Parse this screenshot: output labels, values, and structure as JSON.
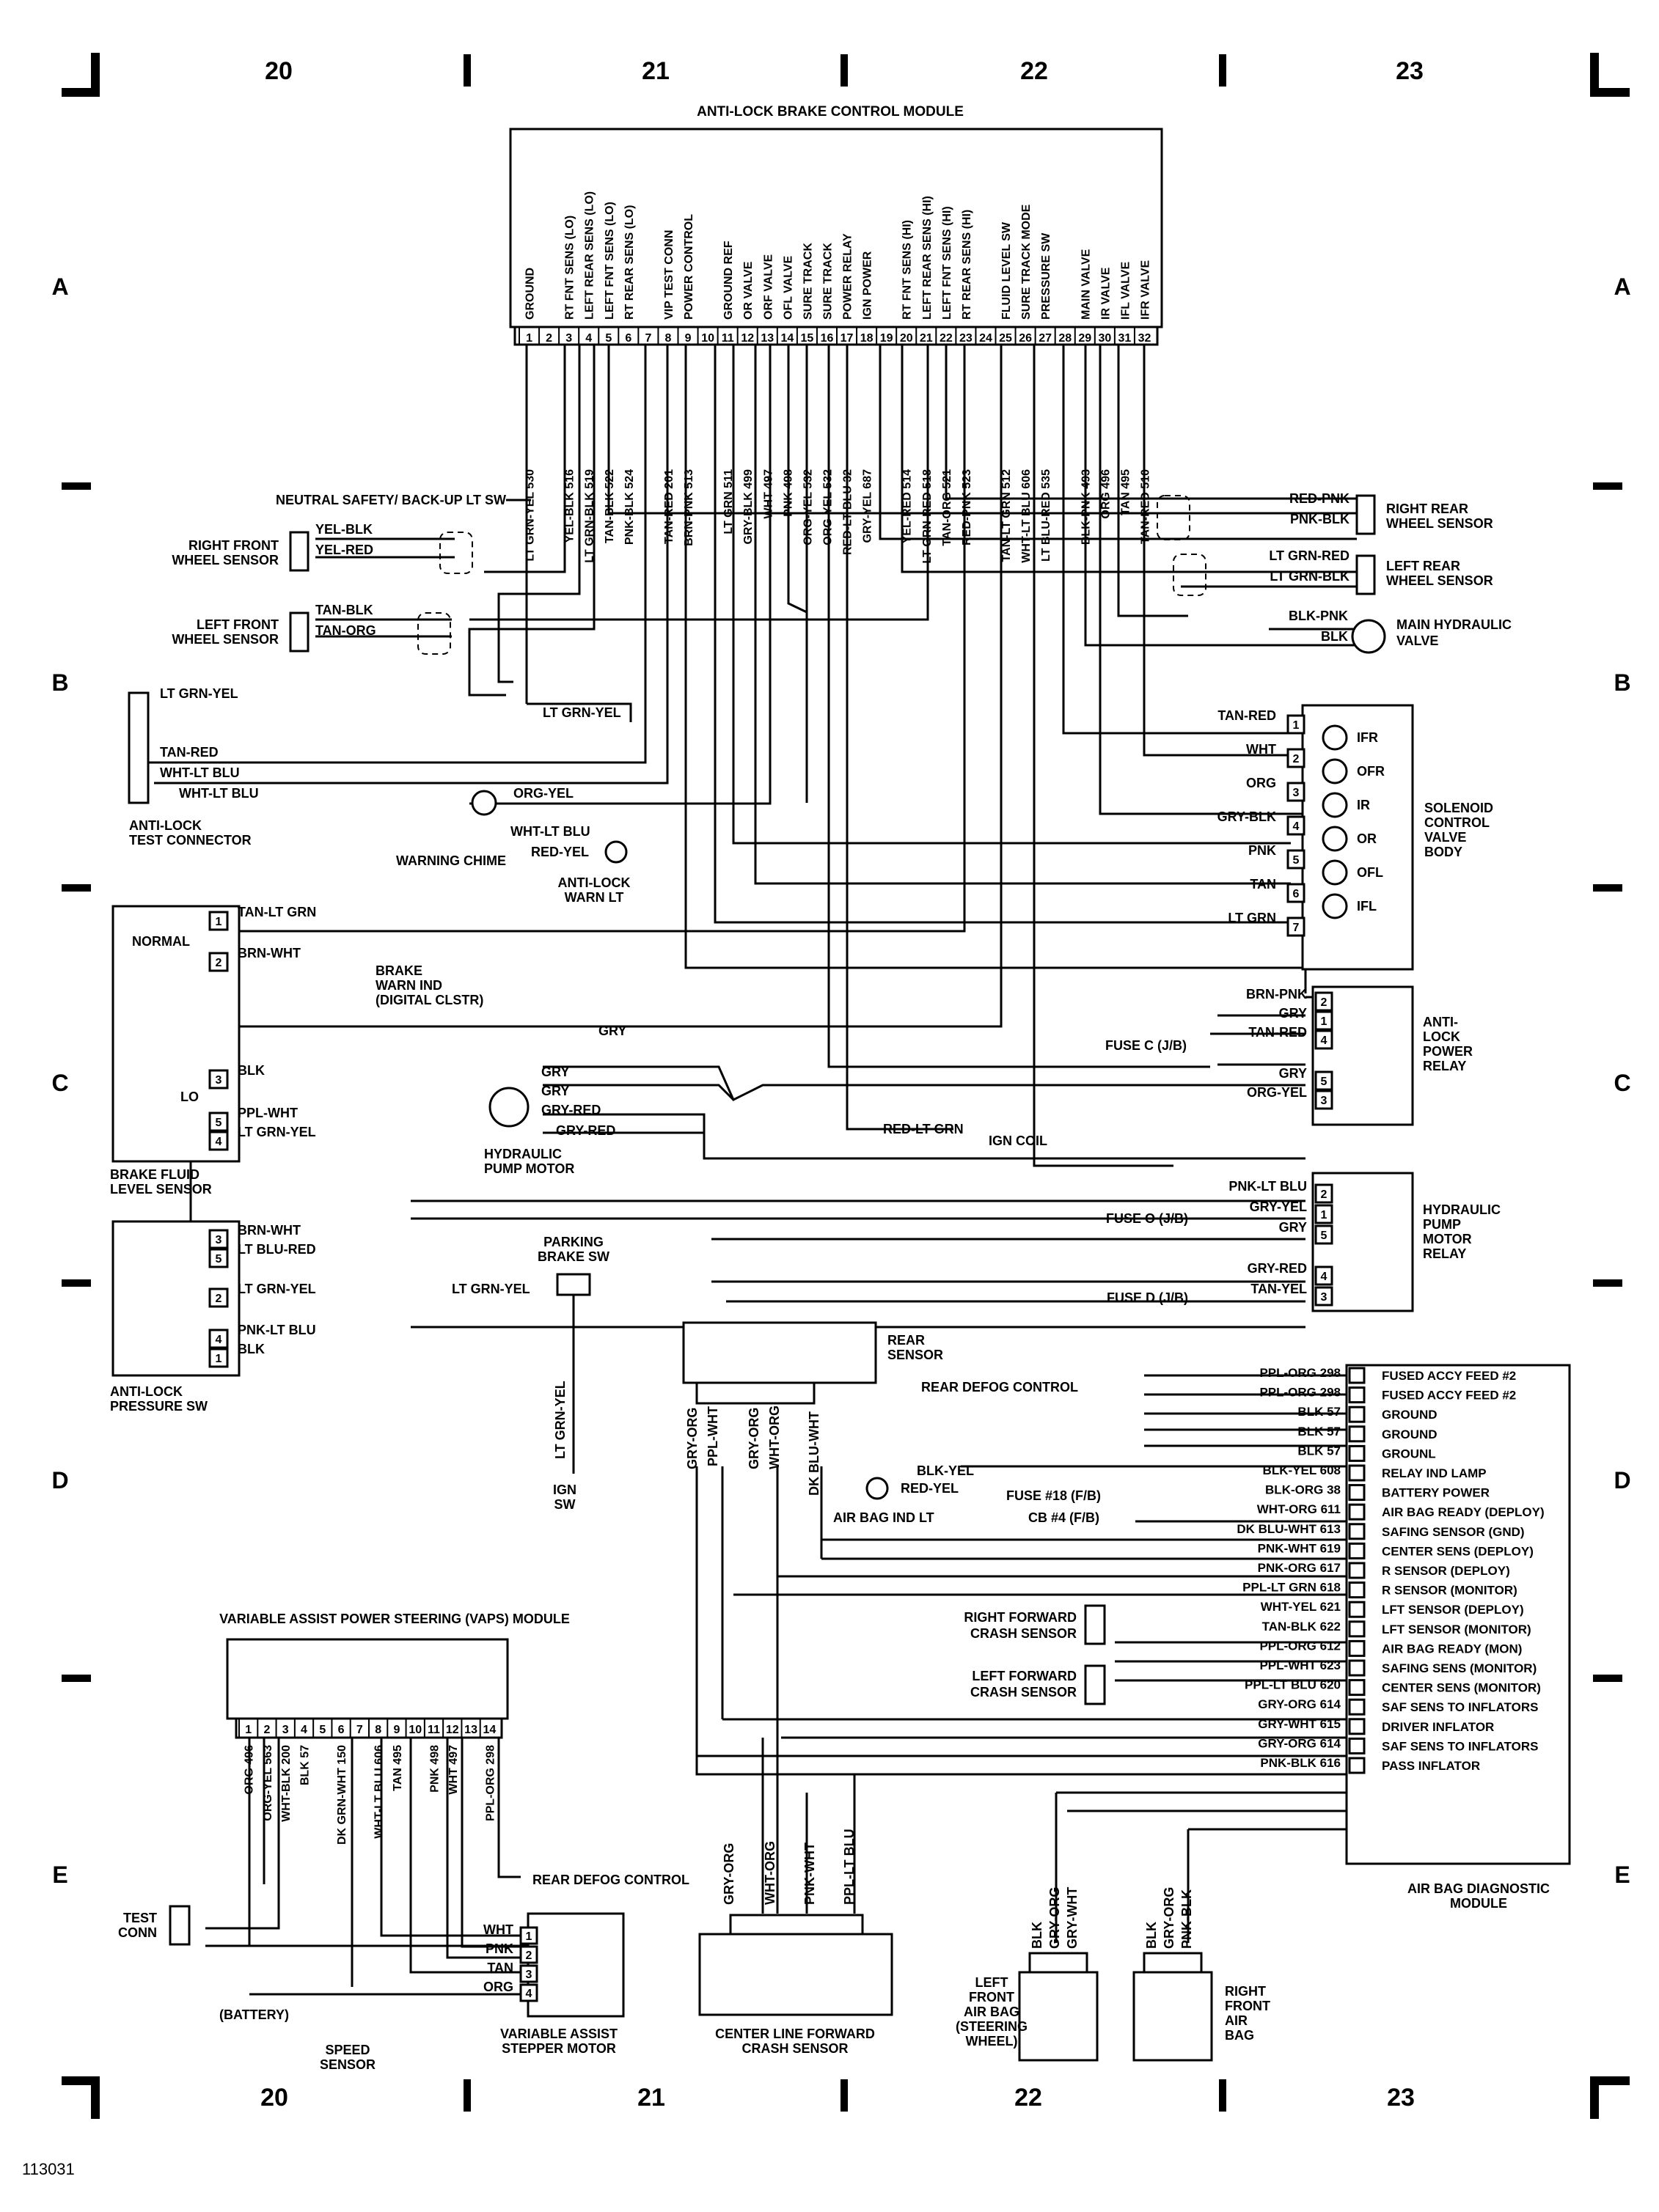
{
  "grid": {
    "columns": [
      "20",
      "21",
      "22",
      "23"
    ],
    "rows": [
      "A",
      "B",
      "C",
      "D",
      "E"
    ]
  },
  "figure_id": "113031",
  "abs_module": {
    "title": "ANTI-LOCK BRAKE CONTROL MODULE",
    "pins": [
      {
        "n": "1",
        "fn": "GROUND",
        "wire": "LT GRN-YEL 530"
      },
      {
        "n": "2",
        "fn": "",
        "wire": ""
      },
      {
        "n": "3",
        "fn": "RT FNT SENS (LO)",
        "wire": "YEL-BLK 516"
      },
      {
        "n": "4",
        "fn": "LEFT REAR SENS (LO)",
        "wire": "LT GRN-BLK 519"
      },
      {
        "n": "5",
        "fn": "LEFT FNT SENS (LO)",
        "wire": "TAN-BLK 522"
      },
      {
        "n": "6",
        "fn": "RT REAR SENS (LO)",
        "wire": "PNK-BLK 524"
      },
      {
        "n": "7",
        "fn": "",
        "wire": ""
      },
      {
        "n": "8",
        "fn": "VIP TEST CONN",
        "wire": "TAN-RED 201"
      },
      {
        "n": "9",
        "fn": "POWER CONTROL",
        "wire": "BRN-PNK 513"
      },
      {
        "n": "10",
        "fn": "",
        "wire": ""
      },
      {
        "n": "11",
        "fn": "GROUND REF",
        "wire": "LT GRN 511"
      },
      {
        "n": "12",
        "fn": "OR VALVE",
        "wire": "GRY-BLK 499"
      },
      {
        "n": "13",
        "fn": "ORF VALVE",
        "wire": "WHT 497"
      },
      {
        "n": "14",
        "fn": "OFL VALVE",
        "wire": "PNK 498"
      },
      {
        "n": "15",
        "fn": "SURE TRACK",
        "wire": "ORG-YEL 532"
      },
      {
        "n": "16",
        "fn": "SURE TRACK",
        "wire": "ORG-YEL 532"
      },
      {
        "n": "17",
        "fn": "POWER RELAY",
        "wire": "RED-LT BLU 32"
      },
      {
        "n": "18",
        "fn": "IGN POWER",
        "wire": "GRY-YEL 687"
      },
      {
        "n": "19",
        "fn": "",
        "wire": ""
      },
      {
        "n": "20",
        "fn": "RT FNT SENS (HI)",
        "wire": "YEL-RED 514"
      },
      {
        "n": "21",
        "fn": "LEFT REAR SENS (HI)",
        "wire": "LT GRN-RED 518"
      },
      {
        "n": "22",
        "fn": "LEFT FNT SENS (HI)",
        "wire": "TAN-ORG 521"
      },
      {
        "n": "23",
        "fn": "RT REAR SENS (HI)",
        "wire": "RED-PNK 523"
      },
      {
        "n": "24",
        "fn": "",
        "wire": ""
      },
      {
        "n": "25",
        "fn": "FLUID LEVEL SW",
        "wire": "TAN-LT GRN 512"
      },
      {
        "n": "26",
        "fn": "SURE TRACK MODE",
        "wire": "WHT-LT BLU 606"
      },
      {
        "n": "27",
        "fn": "PRESSURE SW",
        "wire": "LT BLU-RED 535"
      },
      {
        "n": "28",
        "fn": "",
        "wire": ""
      },
      {
        "n": "29",
        "fn": "MAIN VALVE",
        "wire": "BLK-PNK 493"
      },
      {
        "n": "30",
        "fn": "IR VALVE",
        "wire": "ORG 496"
      },
      {
        "n": "31",
        "fn": "IFL VALVE",
        "wire": "TAN 495"
      },
      {
        "n": "32",
        "fn": "IFR VALVE",
        "wire": "TAN-RED 510"
      }
    ]
  },
  "labels": {
    "neutral_sw": "NEUTRAL SAFETY/ BACK-UP LT SW",
    "rf_sensor": [
      "RIGHT FRONT",
      "WHEEL SENSOR"
    ],
    "rf_wires": [
      "YEL-BLK",
      "YEL-RED"
    ],
    "lf_sensor": [
      "LEFT FRONT",
      "WHEEL SENSOR"
    ],
    "lf_wires": [
      "TAN-BLK",
      "TAN-ORG"
    ],
    "rr_sensor": [
      "RIGHT REAR",
      "WHEEL SENSOR"
    ],
    "rr_wires": [
      "RED-PNK",
      "PNK-BLK"
    ],
    "lr_sensor": [
      "LEFT REAR",
      "WHEEL SENSOR"
    ],
    "lr_wires": [
      "LT GRN-RED",
      "LT GRN-BLK"
    ],
    "main_valve": [
      "MAIN HYDRAULIC",
      "VALVE"
    ],
    "main_valve_wires": [
      "BLK-PNK",
      "BLK"
    ],
    "ground_wire": "LT GRN-YEL",
    "test_conn": [
      "ANTI-LOCK",
      "TEST CONNECTOR"
    ],
    "test_conn_wires": [
      "LT GRN-YEL",
      "TAN-RED",
      "WHT-LT BLU",
      "WHT-LT BLU"
    ],
    "warn_lt": [
      "ANTI-LOCK",
      "WARN LT"
    ],
    "warn_lt_wires": [
      "ORG-YEL",
      "WHT-LT BLU",
      "RED-YEL"
    ],
    "warning_chime": "WARNING CHIME",
    "solenoid": {
      "title": [
        "SOLENOID",
        "CONTROL",
        "VALVE",
        "BODY"
      ],
      "pins": [
        {
          "n": "1",
          "wire": "TAN-RED",
          "coil": "IFR"
        },
        {
          "n": "2",
          "wire": "WHT",
          "coil": "OFR"
        },
        {
          "n": "3",
          "wire": "ORG",
          "coil": "IR"
        },
        {
          "n": "4",
          "wire": "GRY-BLK",
          "coil": "OR"
        },
        {
          "n": "5",
          "wire": "PNK",
          "coil": "OFL"
        },
        {
          "n": "6",
          "wire": "TAN",
          "coil": "IFL"
        },
        {
          "n": "7",
          "wire": "LT GRN",
          "coil": ""
        }
      ]
    },
    "fluid_sensor": {
      "title": [
        "BRAKE FLUID",
        "LEVEL SENSOR"
      ],
      "normal": "NORMAL",
      "lo": "LO",
      "pins": [
        {
          "n": "1",
          "wire": "TAN-LT GRN"
        },
        {
          "n": "2",
          "wire": "BRN-WHT"
        },
        {
          "n": "3",
          "wire": "BLK"
        },
        {
          "n": "5",
          "wire": "PPL-WHT"
        },
        {
          "n": "4",
          "wire": "LT GRN-YEL"
        }
      ]
    },
    "brake_warn": [
      "BRAKE",
      "WARN IND",
      "(DIGITAL CLSTR)"
    ],
    "power_relay": {
      "title": [
        "ANTI-",
        "LOCK",
        "POWER",
        "RELAY"
      ],
      "fuse": "FUSE C (J/B)",
      "pins": [
        {
          "n": "2",
          "wire": "BRN-PNK"
        },
        {
          "n": "1",
          "wire": "GRY"
        },
        {
          "n": "4",
          "wire": "TAN-RED"
        },
        {
          "n": "5",
          "wire": "GRY"
        },
        {
          "n": "3",
          "wire": "ORG-YEL"
        }
      ]
    },
    "pump_motor": {
      "title": [
        "HYDRAULIC",
        "PUMP MOTOR"
      ],
      "wires": [
        "GRY",
        "GRY",
        "GRY",
        "GRY-RED",
        "GRY-RED"
      ]
    },
    "ign_coil": {
      "wire": "RED-LT GRN",
      "label": "IGN COIL"
    },
    "pump_relay": {
      "title": [
        "HYDRAULIC",
        "PUMP",
        "MOTOR",
        "RELAY"
      ],
      "fuse_o": "FUSE O (J/B)",
      "fuse_d": "FUSE D (J/B)",
      "pins": [
        {
          "n": "2",
          "wire": "PNK-LT BLU"
        },
        {
          "n": "1",
          "wire": "GRY-YEL"
        },
        {
          "n": "5",
          "wire": "GRY"
        },
        {
          "n": "4",
          "wire": "GRY-RED"
        },
        {
          "n": "3",
          "wire": "TAN-YEL"
        }
      ]
    },
    "pressure_sw": {
      "title": [
        "ANTI-LOCK",
        "PRESSURE SW"
      ],
      "pins": [
        {
          "n": "3",
          "wire": "BRN-WHT"
        },
        {
          "n": "5",
          "wire": "LT BLU-RED"
        },
        {
          "n": "2",
          "wire": "LT GRN-YEL"
        },
        {
          "n": "4",
          "wire": "PNK-LT BLU"
        },
        {
          "n": "1",
          "wire": "BLK"
        }
      ]
    },
    "parking_brake": {
      "title": [
        "PARKING",
        "BRAKE SW"
      ],
      "wire": "LT GRN-YEL",
      "vwire": "LT GRN-YEL",
      "ign": [
        "IGN",
        "SW"
      ]
    },
    "rear_sensor": {
      "title": [
        "REAR",
        "SENSOR"
      ],
      "wires": [
        "GRY-ORG",
        "PPL-WHT",
        "GRY-ORG",
        "WHT-ORG",
        "DK BLU-WHT"
      ]
    },
    "rear_defog": "REAR DEFOG CONTROL",
    "airbag_ind": {
      "title": "AIR BAG IND LT",
      "wires": [
        "BLK-YEL",
        "RED-YEL"
      ],
      "fuse18": "FUSE #18 (F/B)",
      "cb4": "CB #4 (F/B)"
    },
    "rfcs": [
      "RIGHT FORWARD",
      "CRASH SENSOR"
    ],
    "lfcs": [
      "LEFT FORWARD",
      "CRASH SENSOR"
    ],
    "adm": {
      "title": [
        "AIR BAG DIAGNOSTIC",
        "MODULE"
      ],
      "pins": [
        {
          "wire": "PPL-ORG 298",
          "fn": "FUSED ACCY FEED #2"
        },
        {
          "wire": "PPL-ORG 298",
          "fn": "FUSED ACCY FEED #2"
        },
        {
          "wire": "BLK 57",
          "fn": "GROUND"
        },
        {
          "wire": "BLK 57",
          "fn": "GROUND"
        },
        {
          "wire": "BLK 57",
          "fn": "GROUNL"
        },
        {
          "wire": "BLK-YEL 608",
          "fn": "RELAY IND LAMP"
        },
        {
          "wire": "BLK-ORG 38",
          "fn": "BATTERY POWER"
        },
        {
          "wire": "WHT-ORG 611",
          "fn": "AIR BAG READY (DEPLOY)"
        },
        {
          "wire": "DK BLU-WHT 613",
          "fn": "SAFING SENSOR (GND)"
        },
        {
          "wire": "PNK-WHT 619",
          "fn": "CENTER SENS (DEPLOY)"
        },
        {
          "wire": "PNK-ORG 617",
          "fn": "R SENSOR (DEPLOY)"
        },
        {
          "wire": "PPL-LT GRN 618",
          "fn": "R SENSOR (MONITOR)"
        },
        {
          "wire": "WHT-YEL 621",
          "fn": "LFT SENSOR (DEPLOY)"
        },
        {
          "wire": "TAN-BLK 622",
          "fn": "LFT SENSOR (MONITOR)"
        },
        {
          "wire": "PPL-ORG 612",
          "fn": "AIR BAG READY (MON)"
        },
        {
          "wire": "PPL-WHT 623",
          "fn": "SAFING SENS (MONITOR)"
        },
        {
          "wire": "PPL-LT BLU 620",
          "fn": "CENTER SENS (MONITOR)"
        },
        {
          "wire": "GRY-ORG 614",
          "fn": "SAF SENS TO INFLATORS"
        },
        {
          "wire": "GRY-WHT 615",
          "fn": "DRIVER INFLATOR"
        },
        {
          "wire": "GRY-ORG 614",
          "fn": "SAF SENS TO INFLATORS"
        },
        {
          "wire": "PNK-BLK 616",
          "fn": "PASS INFLATOR"
        }
      ]
    },
    "vaps": {
      "title": "VARIABLE ASSIST POWER STEERING (VAPS) MODULE",
      "pins": [
        {
          "n": "1",
          "wire": "ORG 496"
        },
        {
          "n": "2",
          "wire": "ORG-YEL 563"
        },
        {
          "n": "3",
          "wire": "WHT-BLK 200"
        },
        {
          "n": "4",
          "wire": "BLK 57"
        },
        {
          "n": "5",
          "wire": ""
        },
        {
          "n": "6",
          "wire": "DK GRN-WHT 150"
        },
        {
          "n": "7",
          "wire": ""
        },
        {
          "n": "8",
          "wire": "WHT-LT BLU 606"
        },
        {
          "n": "9",
          "wire": "TAN 495"
        },
        {
          "n": "10",
          "wire": ""
        },
        {
          "n": "11",
          "wire": "PNK 498"
        },
        {
          "n": "12",
          "wire": "WHT 497"
        },
        {
          "n": "13",
          "wire": ""
        },
        {
          "n": "14",
          "wire": "PPL-ORG 298"
        }
      ],
      "test_conn": [
        "TEST",
        "CONN"
      ],
      "battery": "(BATTERY)",
      "speed": [
        "SPEED",
        "SENSOR"
      ],
      "rear_defog": "REAR DEFOG CONTROL"
    },
    "stepper": {
      "title": [
        "VARIABLE ASSIST",
        "STEPPER MOTOR"
      ],
      "pins": [
        {
          "n": "1",
          "wire": "WHT"
        },
        {
          "n": "2",
          "wire": "PNK"
        },
        {
          "n": "3",
          "wire": "TAN"
        },
        {
          "n": "4",
          "wire": "ORG"
        }
      ]
    },
    "clfcs": {
      "title": [
        "CENTER LINE FORWARD",
        "CRASH SENSOR"
      ],
      "wires": [
        "GRY-ORG",
        "WHT-ORG",
        "PNK-WHT",
        "PPL-LT BLU"
      ]
    },
    "lf_airbag": {
      "title": [
        "LEFT",
        "FRONT",
        "AIR BAG",
        "(STEERING",
        "WHEEL)"
      ],
      "wires": [
        "BLK",
        "GRY-ORG",
        "GRY-WHT"
      ]
    },
    "rf_airbag": {
      "title": [
        "RIGHT",
        "FRONT",
        "AIR",
        "BAG"
      ],
      "wires": [
        "BLK",
        "GRY-ORG",
        "PNK-BLK"
      ]
    }
  }
}
